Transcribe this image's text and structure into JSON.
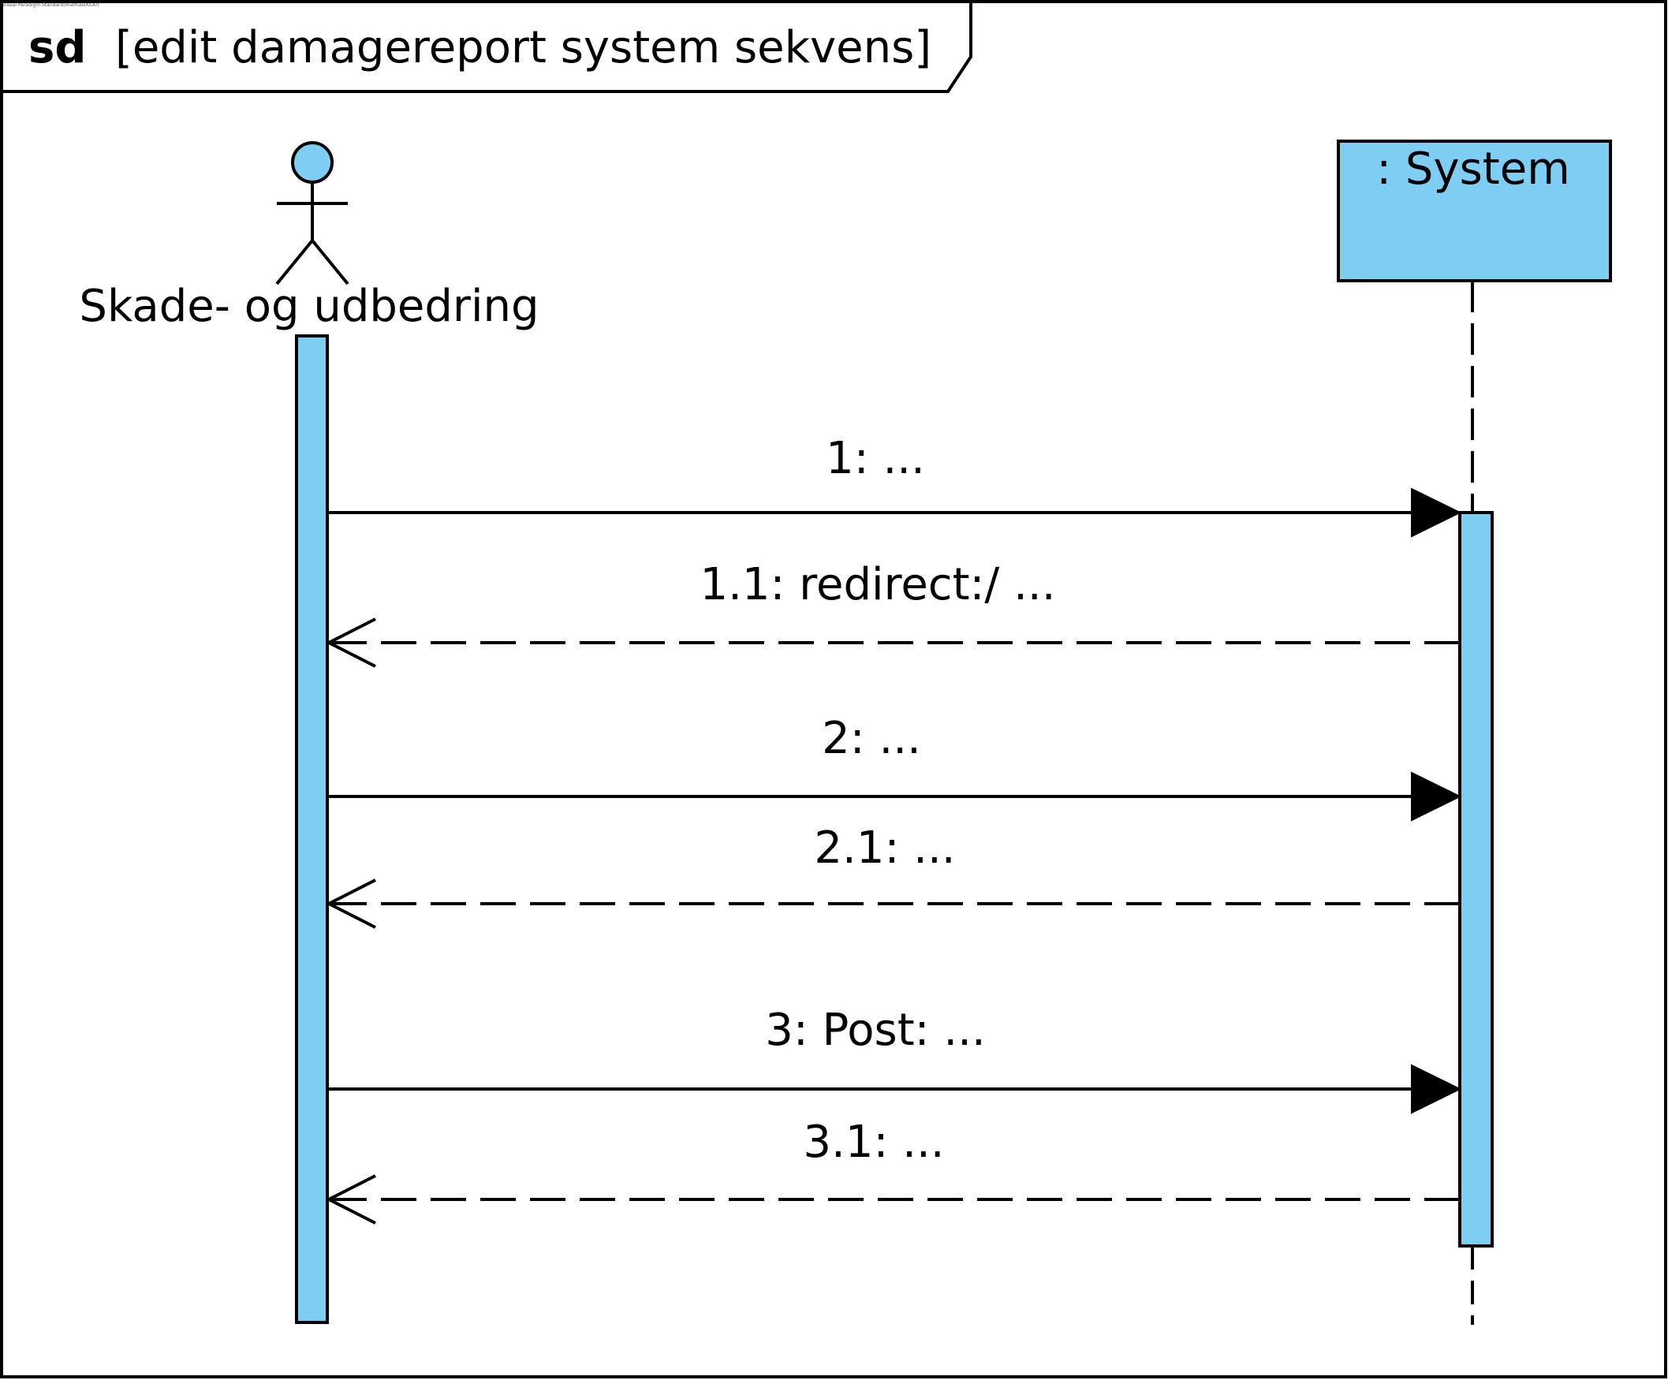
{
  "watermark": "Visual Paradigm Standard(mathias(KEA))",
  "frame": {
    "keyword": "sd",
    "title": "[edit damagereport system sekvens]"
  },
  "actor": {
    "name": "Skade- og udbedring"
  },
  "lifeline_system": {
    "name": ": System"
  },
  "colors": {
    "fill": "#7ecef4",
    "stroke": "#000000",
    "background": "#ffffff"
  },
  "messages": [
    {
      "label": "1: ...",
      "kind": "sync-call",
      "direction": "actor-to-system"
    },
    {
      "label": "1.1: redirect:/ ...",
      "kind": "reply",
      "direction": "system-to-actor"
    },
    {
      "label": "2: ...",
      "kind": "sync-call",
      "direction": "actor-to-system"
    },
    {
      "label": "2.1: ...",
      "kind": "reply",
      "direction": "system-to-actor"
    },
    {
      "label": "3: Post: ...",
      "kind": "sync-call",
      "direction": "actor-to-system"
    },
    {
      "label": "3.1: ...",
      "kind": "reply",
      "direction": "system-to-actor"
    }
  ]
}
